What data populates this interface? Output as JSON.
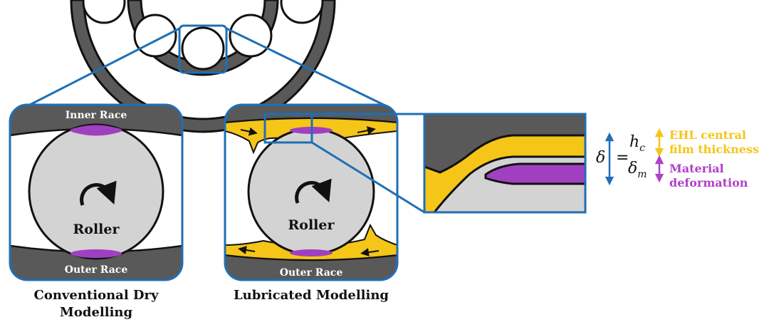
{
  "panels": {
    "dry": {
      "inner_label": "Inner Race",
      "outer_label": "Outer Race",
      "roller_label": "Roller",
      "caption_line1": "Conventional Dry",
      "caption_line2": "Modelling"
    },
    "lubricated": {
      "outer_label": "Outer Race",
      "roller_label": "Roller",
      "caption": "Lubricated Modelling"
    }
  },
  "legend": {
    "delta": "δ",
    "equals": "=",
    "hc": "h",
    "hc_sub": "c",
    "dm": "δ",
    "dm_sub": "m",
    "ehl_line1": "EHL central",
    "ehl_line2": "film thickness",
    "mat_line1": "Material",
    "mat_line2": "deformation"
  },
  "colors": {
    "race": "#595959",
    "roller": "#d3d3d3",
    "deformation": "#a040c0",
    "film": "#f5c518",
    "frame": "#1f6fb5",
    "ehl_text": "#f5c518",
    "material_text": "#b040c8"
  }
}
